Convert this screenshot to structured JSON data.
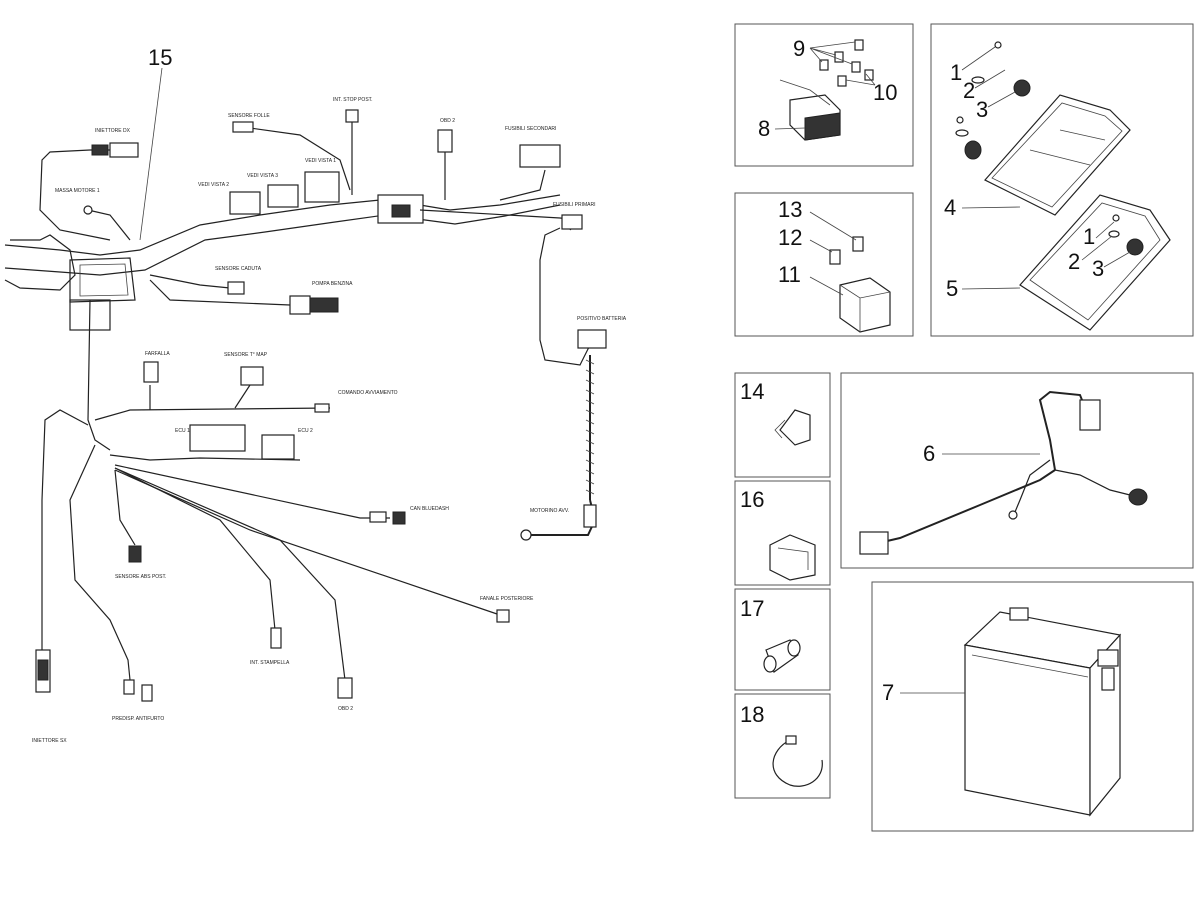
{
  "wiring_labels": {
    "iniettore_dx": "INIETTORE DX",
    "massa_motore": "MASSA MOTORE 1",
    "sensore_folle": "SENSORE FOLLE",
    "int_stop_post": "INT. STOP POST.",
    "obd2_top": "OBD 2",
    "fusibili_secondari": "FUSIBILI SECONDARI",
    "fusibili_primari": "FUSIBILI PRIMARI",
    "vedi_vista_1": "VEDI VISTA 1",
    "vedi_vista_2": "VEDI VISTA 2",
    "vedi_vista_3": "VEDI VISTA 3",
    "sensore_caduta": "SENSORE CADUTA",
    "pompa_benzina": "POMPA BENZINA",
    "positivo_batteria": "POSITIVO BATTERIA",
    "farfalla": "FARFALLA",
    "sensore_map": "SENSORE T° MAP",
    "comando_avviamento": "COMANDO AVVIAMENTO",
    "ecu1": "ECU 1",
    "ecu2": "ECU 2",
    "can_bluedash": "CAN BLUEDASH",
    "motorino_avv": "MOTORINO AVV.",
    "sensore_abs_post": "SENSORE ABS POST.",
    "fanale_posteriore": "FANALE POSTERIORE",
    "int_stampella": "INT. STAMPELLA",
    "obd2_bottom": "OBD 2",
    "predisp_antifurto": "PREDISP. ANTIFURTO",
    "iniettore_sx": "INIETTORE SX"
  },
  "callouts": {
    "n1a": "1",
    "n2a": "2",
    "n3a": "3",
    "n4": "4",
    "n1b": "1",
    "n2b": "2",
    "n3b": "3",
    "n5": "5",
    "n6": "6",
    "n7": "7",
    "n8": "8",
    "n9": "9",
    "n10": "10",
    "n11": "11",
    "n12": "12",
    "n13": "13",
    "n14": "14",
    "n15": "15",
    "n16": "16",
    "n17": "17",
    "n18": "18"
  }
}
